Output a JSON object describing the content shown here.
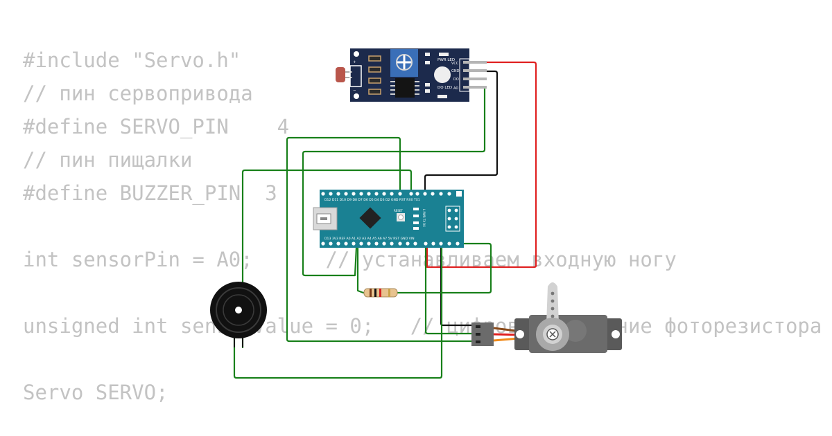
{
  "code": {
    "lines": [
      "#include \"Servo.h\"",
      "// пин сервопривода",
      "#define SERVO_PIN    4",
      "// пин пищалки",
      "#define BUZZER_PIN  3",
      "",
      "int sensorPin = A0;      // устанавливаем входную ногу",
      "",
      "unsigned int sensorValue = 0;   // цифровое значение фоторезистора",
      "",
      "Servo SERVO;"
    ]
  },
  "sensor_module": {
    "pin_labels": [
      "VCC",
      "GND",
      "DO",
      "AO"
    ],
    "pwr_led_label": "PWR LED",
    "do_led_label": "DO LED",
    "plus_label": "+",
    "minus_label": "−"
  },
  "arduino_nano": {
    "top_pins_label": "D12 D11 D10 D9 D8 D7 D6 D5 D4 D3 D2 GND RST RX0 TX1",
    "bottom_pins_label": "D13 3V3 REF A0 A1 A2 A3 A4 A5 A6 A7 5V RST GND VIN",
    "reset_label": "RESET",
    "led_label": "L PWR TX RX"
  },
  "colors": {
    "wire_green": "#18801a",
    "wire_red": "#e02020",
    "wire_black": "#111111",
    "board_teal": "#1a8193",
    "sensor_board": "#1c2a4c",
    "code_text": "#c3c3c3"
  }
}
